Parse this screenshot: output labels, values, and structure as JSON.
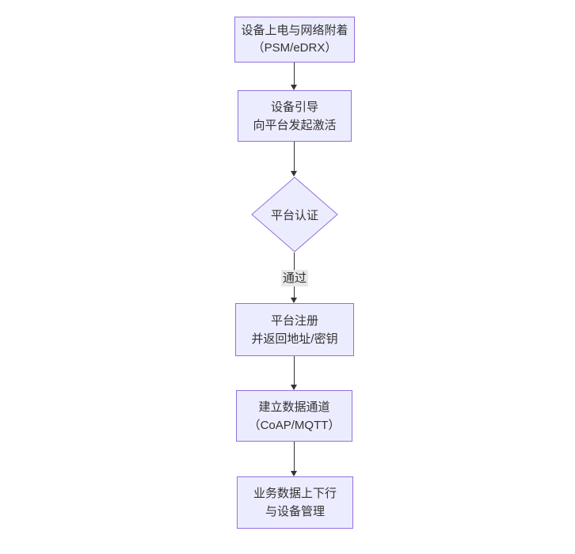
{
  "diagram": {
    "type": "flowchart",
    "direction": "top-down",
    "colors": {
      "background": "#ffffff",
      "node_fill": "#ECECFF",
      "node_border": "#9370DB",
      "arrow_color": "#333333",
      "text_color": "#333333",
      "edge_label_bg": "#e8e8e8"
    },
    "nodes": [
      {
        "id": "n1",
        "shape": "rect",
        "lines": [
          "设备上电与网络附着",
          "（PSM/eDRX）"
        ]
      },
      {
        "id": "n2",
        "shape": "rect",
        "lines": [
          "设备引导",
          "向平台发起激活"
        ]
      },
      {
        "id": "n3",
        "shape": "diamond",
        "lines": [
          "平台认证"
        ]
      },
      {
        "id": "n4",
        "shape": "rect",
        "lines": [
          "平台注册",
          "并返回地址/密钥"
        ]
      },
      {
        "id": "n5",
        "shape": "rect",
        "lines": [
          "建立数据通道",
          "（CoAP/MQTT）"
        ]
      },
      {
        "id": "n6",
        "shape": "rect",
        "lines": [
          "业务数据上下行",
          "与设备管理"
        ]
      }
    ],
    "edges": [
      {
        "from": "n1",
        "to": "n2",
        "label": ""
      },
      {
        "from": "n2",
        "to": "n3",
        "label": ""
      },
      {
        "from": "n3",
        "to": "n4",
        "label": "通过"
      },
      {
        "from": "n4",
        "to": "n5",
        "label": ""
      },
      {
        "from": "n5",
        "to": "n6",
        "label": ""
      }
    ]
  }
}
